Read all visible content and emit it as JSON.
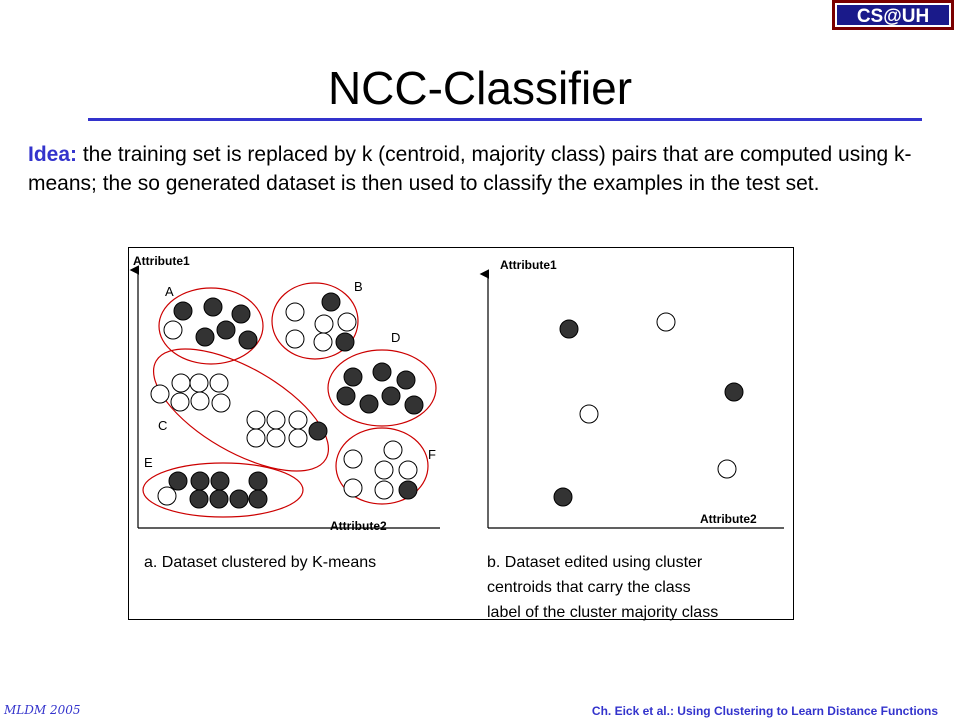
{
  "logo": {
    "text": "CS@UH",
    "icon": "cs-at-uh-logo"
  },
  "slide": {
    "title": "NCC-Classifier",
    "idea_lead": "Idea:",
    "idea_text": " the training set is replaced by k (centroid, majority class) pairs that are computed using k-means; the so generated dataset is then used to classify the examples in the test set."
  },
  "figure": {
    "panel_a": {
      "y_label": "Attribute1",
      "x_label": "Attribute2",
      "caption": "a. Dataset clustered by K-means",
      "clusters": [
        {
          "label": "A",
          "black": 6,
          "white": 1
        },
        {
          "label": "B",
          "black": 2,
          "white": 5
        },
        {
          "label": "C",
          "black": 1,
          "white": 13
        },
        {
          "label": "D",
          "black": 7,
          "white": 0
        },
        {
          "label": "E",
          "black": 8,
          "white": 1
        },
        {
          "label": "F",
          "black": 1,
          "white": 6
        }
      ]
    },
    "panel_b": {
      "y_label": "Attribute1",
      "x_label": "Attribute2",
      "caption_lines": [
        "b. Dataset edited using cluster",
        "centroids that carry the class",
        "label of the cluster majority class"
      ],
      "centroids": [
        {
          "class": "black"
        },
        {
          "class": "white"
        },
        {
          "class": "black"
        },
        {
          "class": "white"
        },
        {
          "class": "white"
        },
        {
          "class": "black"
        }
      ]
    }
  },
  "colors": {
    "accent": "#3333cc",
    "cluster_outline": "#cc0000",
    "dot_dark": "#333333"
  },
  "footer": {
    "left": "MLDM 2005",
    "author": "Ch. Eick et al.",
    "separator": ": ",
    "talk_title": "Using Clustering to Learn Distance Functions"
  }
}
